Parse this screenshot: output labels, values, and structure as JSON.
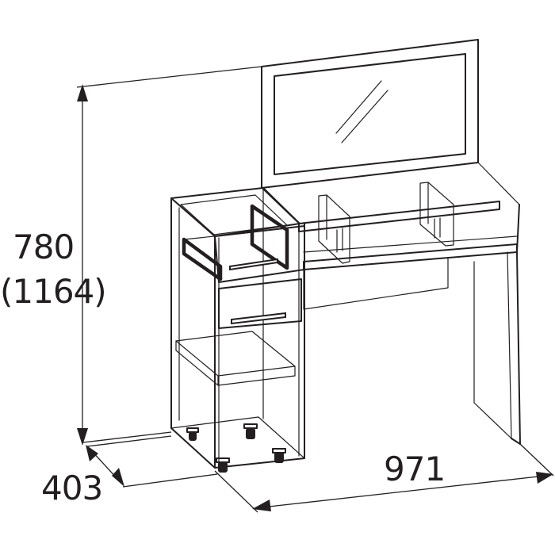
{
  "dimensions": {
    "height": "780",
    "height_alt": "(1164)",
    "depth": "403",
    "width": "971"
  },
  "colors": {
    "line": "#231f20",
    "background": "#ffffff"
  }
}
